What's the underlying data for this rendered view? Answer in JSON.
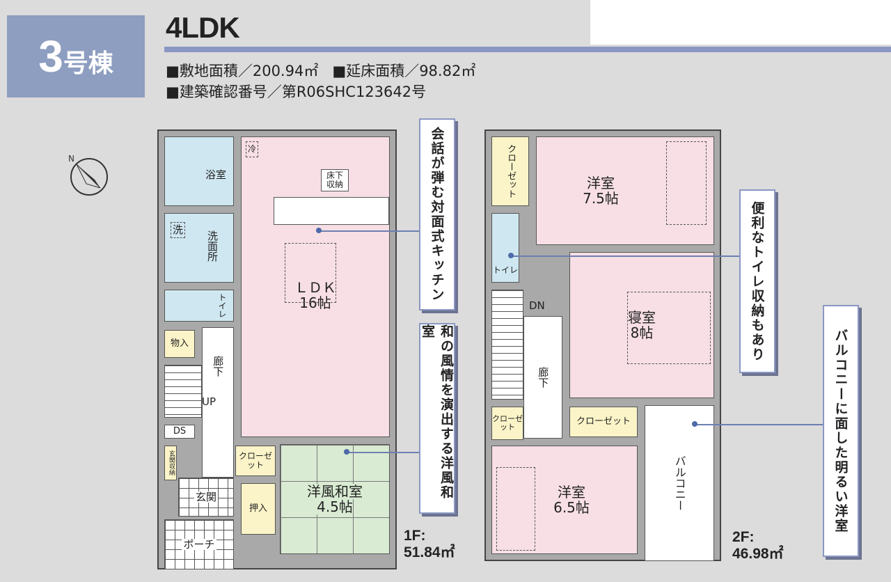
{
  "header": {
    "building_number": "3",
    "building_suffix": "号棟",
    "layout_type": "4LDK",
    "site_area": "■敷地面積／200.94㎡",
    "floor_area": "■延床面積／98.82㎡",
    "permit_number": "■建築確認番号／第R06SHC123642号"
  },
  "floor1": {
    "label": "1F:",
    "area": "51.84㎡",
    "rooms": {
      "bath": "浴室",
      "washroom_mark": "洗",
      "washroom": "洗面所",
      "toilet": "トイレ",
      "storage": "物入",
      "corridor": "廊下",
      "up": "UP",
      "ds": "DS",
      "entrance_storage": "玄関収納",
      "entrance": "玄関",
      "porch": "ポーチ",
      "ldk": "ＬＤＫ",
      "ldk_size": "16帖",
      "fridge": "冷",
      "underfloor": "床下収納",
      "closet": "クローゼット",
      "oshiire": "押入",
      "washitsu": "洋風和室",
      "washitsu_size": "4.5帖"
    }
  },
  "floor2": {
    "label": "2F:",
    "area": "46.98㎡",
    "rooms": {
      "closet1": "クローゼット",
      "western1": "洋室",
      "western1_size": "7.5帖",
      "toilet": "トイレ",
      "dn": "DN",
      "corridor": "廊下",
      "bedroom": "寝室",
      "bedroom_size": "8帖",
      "closet2": "クローゼット",
      "closet3": "クローゼット",
      "western2": "洋室",
      "western2_size": "6.5帖",
      "balcony": "バルコニー"
    }
  },
  "callouts": [
    "会話が弾む対面式キッチン",
    "和の風情を演出する洋風和室",
    "便利なトイレ収納もあり",
    "バルコニーに面した明るい洋室"
  ],
  "compass": "north-arrow-icon",
  "colors": {
    "accent": "#8a97c4",
    "badge": "#8d9ec0",
    "ldk": "#f7dfe5",
    "wet": "#cfe7f1",
    "storage": "#fbf4c8",
    "washitsu": "#d9ebd3"
  }
}
